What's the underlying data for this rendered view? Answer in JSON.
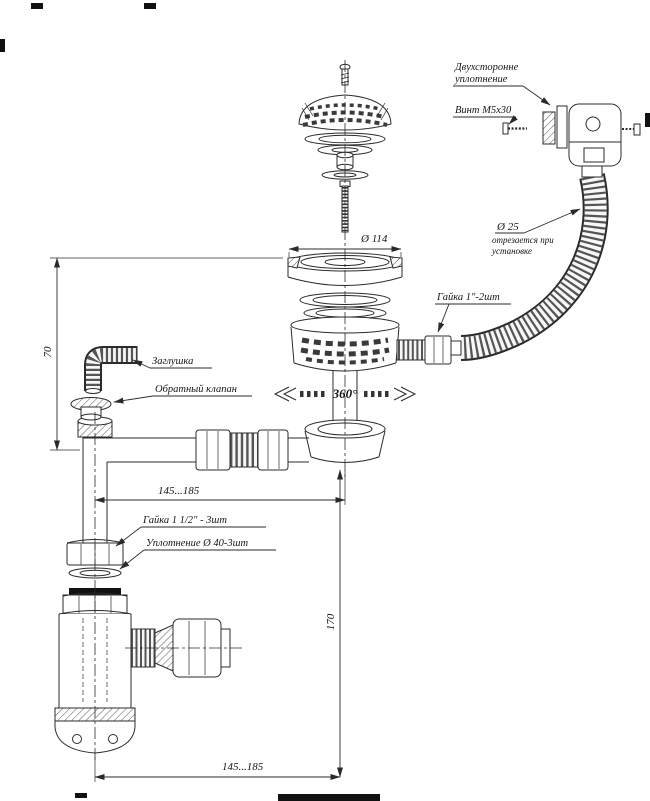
{
  "labels": {
    "seal_double_line1": "Двухсторонне",
    "seal_double_line2": "уплотнение",
    "screw_m5": "Винт М5х30",
    "hose_dia": "Ø 25",
    "hose_cut_line1": "отрезается при",
    "hose_cut_line2": "установке",
    "nut_1inch": "Гайка 1\"-2шт",
    "flange_dia": "Ø 114",
    "rotation": "360°",
    "plug": "Заглушка",
    "check_valve": "Обратный клапан",
    "nut_1_5inch": "Гайка 1 1/2\" - 3шт",
    "seal_40": "Уплотнение Ø 40-3шт"
  },
  "dimensions": {
    "height_70": "70",
    "span_top": "145...185",
    "height_170": "170",
    "span_bottom": "145...185"
  }
}
